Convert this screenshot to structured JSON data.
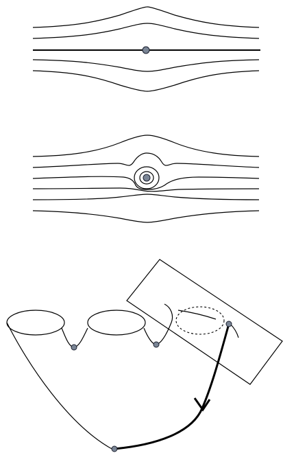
{
  "colors": {
    "line": "#000000",
    "node_fill": "#7a8595",
    "node_stroke": "#1a1f2e",
    "background": "#ffffff"
  },
  "panels": [
    {
      "id": "top",
      "description_name": "horizontal-foliation-with-marked-point"
    },
    {
      "id": "middle",
      "description_name": "foliation-with-closed-leaves-around-point"
    },
    {
      "id": "bottom",
      "description_name": "pants-surface-with-plane-and-arc"
    }
  ]
}
